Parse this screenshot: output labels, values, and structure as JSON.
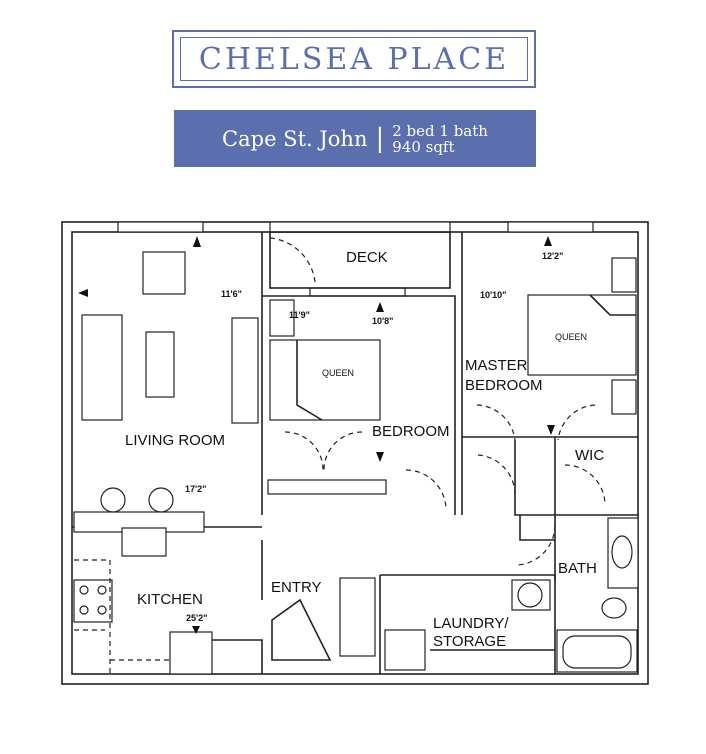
{
  "header": {
    "title": "CHELSEA PLACE",
    "unit_name": "Cape St. John",
    "separator": "|",
    "beds_baths": "2 bed 1 bath",
    "sqft": "940 sqft"
  },
  "colors": {
    "brand": "#5b6fae"
  },
  "rooms": {
    "living_room": "LIVING ROOM",
    "deck": "DECK",
    "bedroom": "BEDROOM",
    "master_bedroom_1": "MASTER",
    "master_bedroom_2": "BEDROOM",
    "wic": "WIC",
    "bath": "BATH",
    "kitchen": "KITCHEN",
    "entry": "ENTRY",
    "laundry_1": "LAUNDRY/",
    "laundry_2": "STORAGE"
  },
  "beds": {
    "bedroom": "QUEEN",
    "master": "QUEEN"
  },
  "dimensions": {
    "living_width": "11'6\"",
    "living_length": "17'2\"",
    "kitchen": "25'2\"",
    "bedroom_width": "11'9\"",
    "bedroom_length": "10'8\"",
    "master_width": "10'10\"",
    "master_length": "12'2\""
  }
}
